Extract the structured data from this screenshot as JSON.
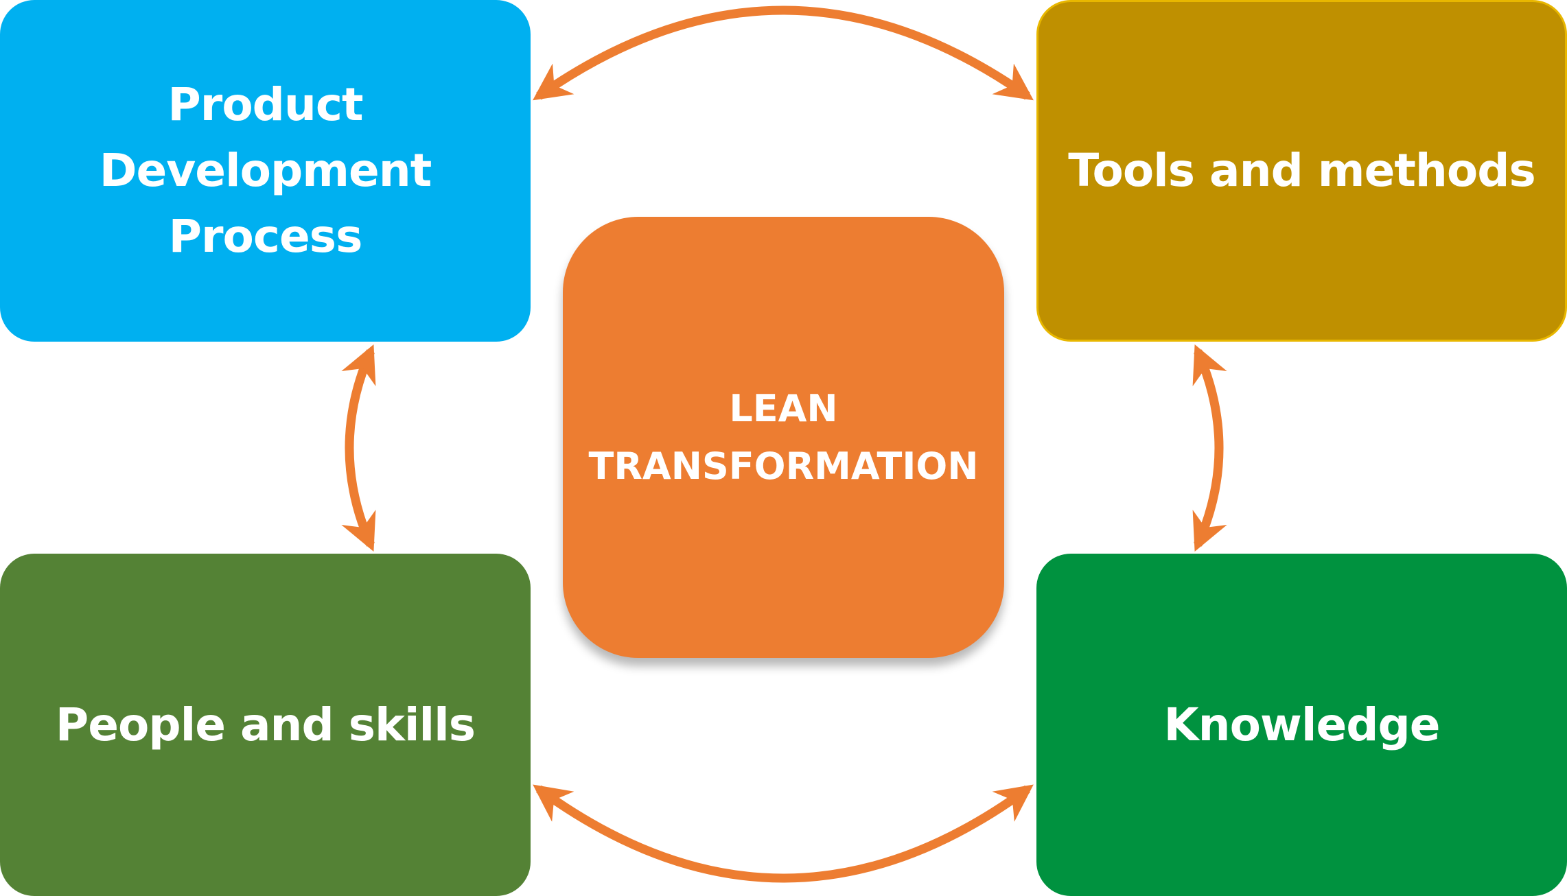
{
  "colors": {
    "connector": "#ED7D31",
    "product_development_process": "#00B0F0",
    "tools_and_methods": "#BF9000",
    "people_and_skills": "#548235",
    "knowledge": "#00923F",
    "center": "#ED7D31",
    "text": "#FFFFFF"
  },
  "nodes": {
    "product_development_process": {
      "lines": [
        "Product",
        "Development",
        "Process"
      ]
    },
    "tools_and_methods": {
      "label": "Tools and methods"
    },
    "people_and_skills": {
      "label": "People and skills"
    },
    "knowledge": {
      "label": "Knowledge"
    },
    "center": {
      "lines": [
        "LEAN",
        "TRANSFORMATION"
      ]
    }
  },
  "connectors": [
    {
      "from": "product_development_process",
      "to": "tools_and_methods",
      "style": "double-headed-arrow"
    },
    {
      "from": "tools_and_methods",
      "to": "knowledge",
      "style": "double-headed-arrow"
    },
    {
      "from": "people_and_skills",
      "to": "knowledge",
      "style": "double-headed-arrow"
    },
    {
      "from": "product_development_process",
      "to": "people_and_skills",
      "style": "double-headed-arrow"
    }
  ]
}
